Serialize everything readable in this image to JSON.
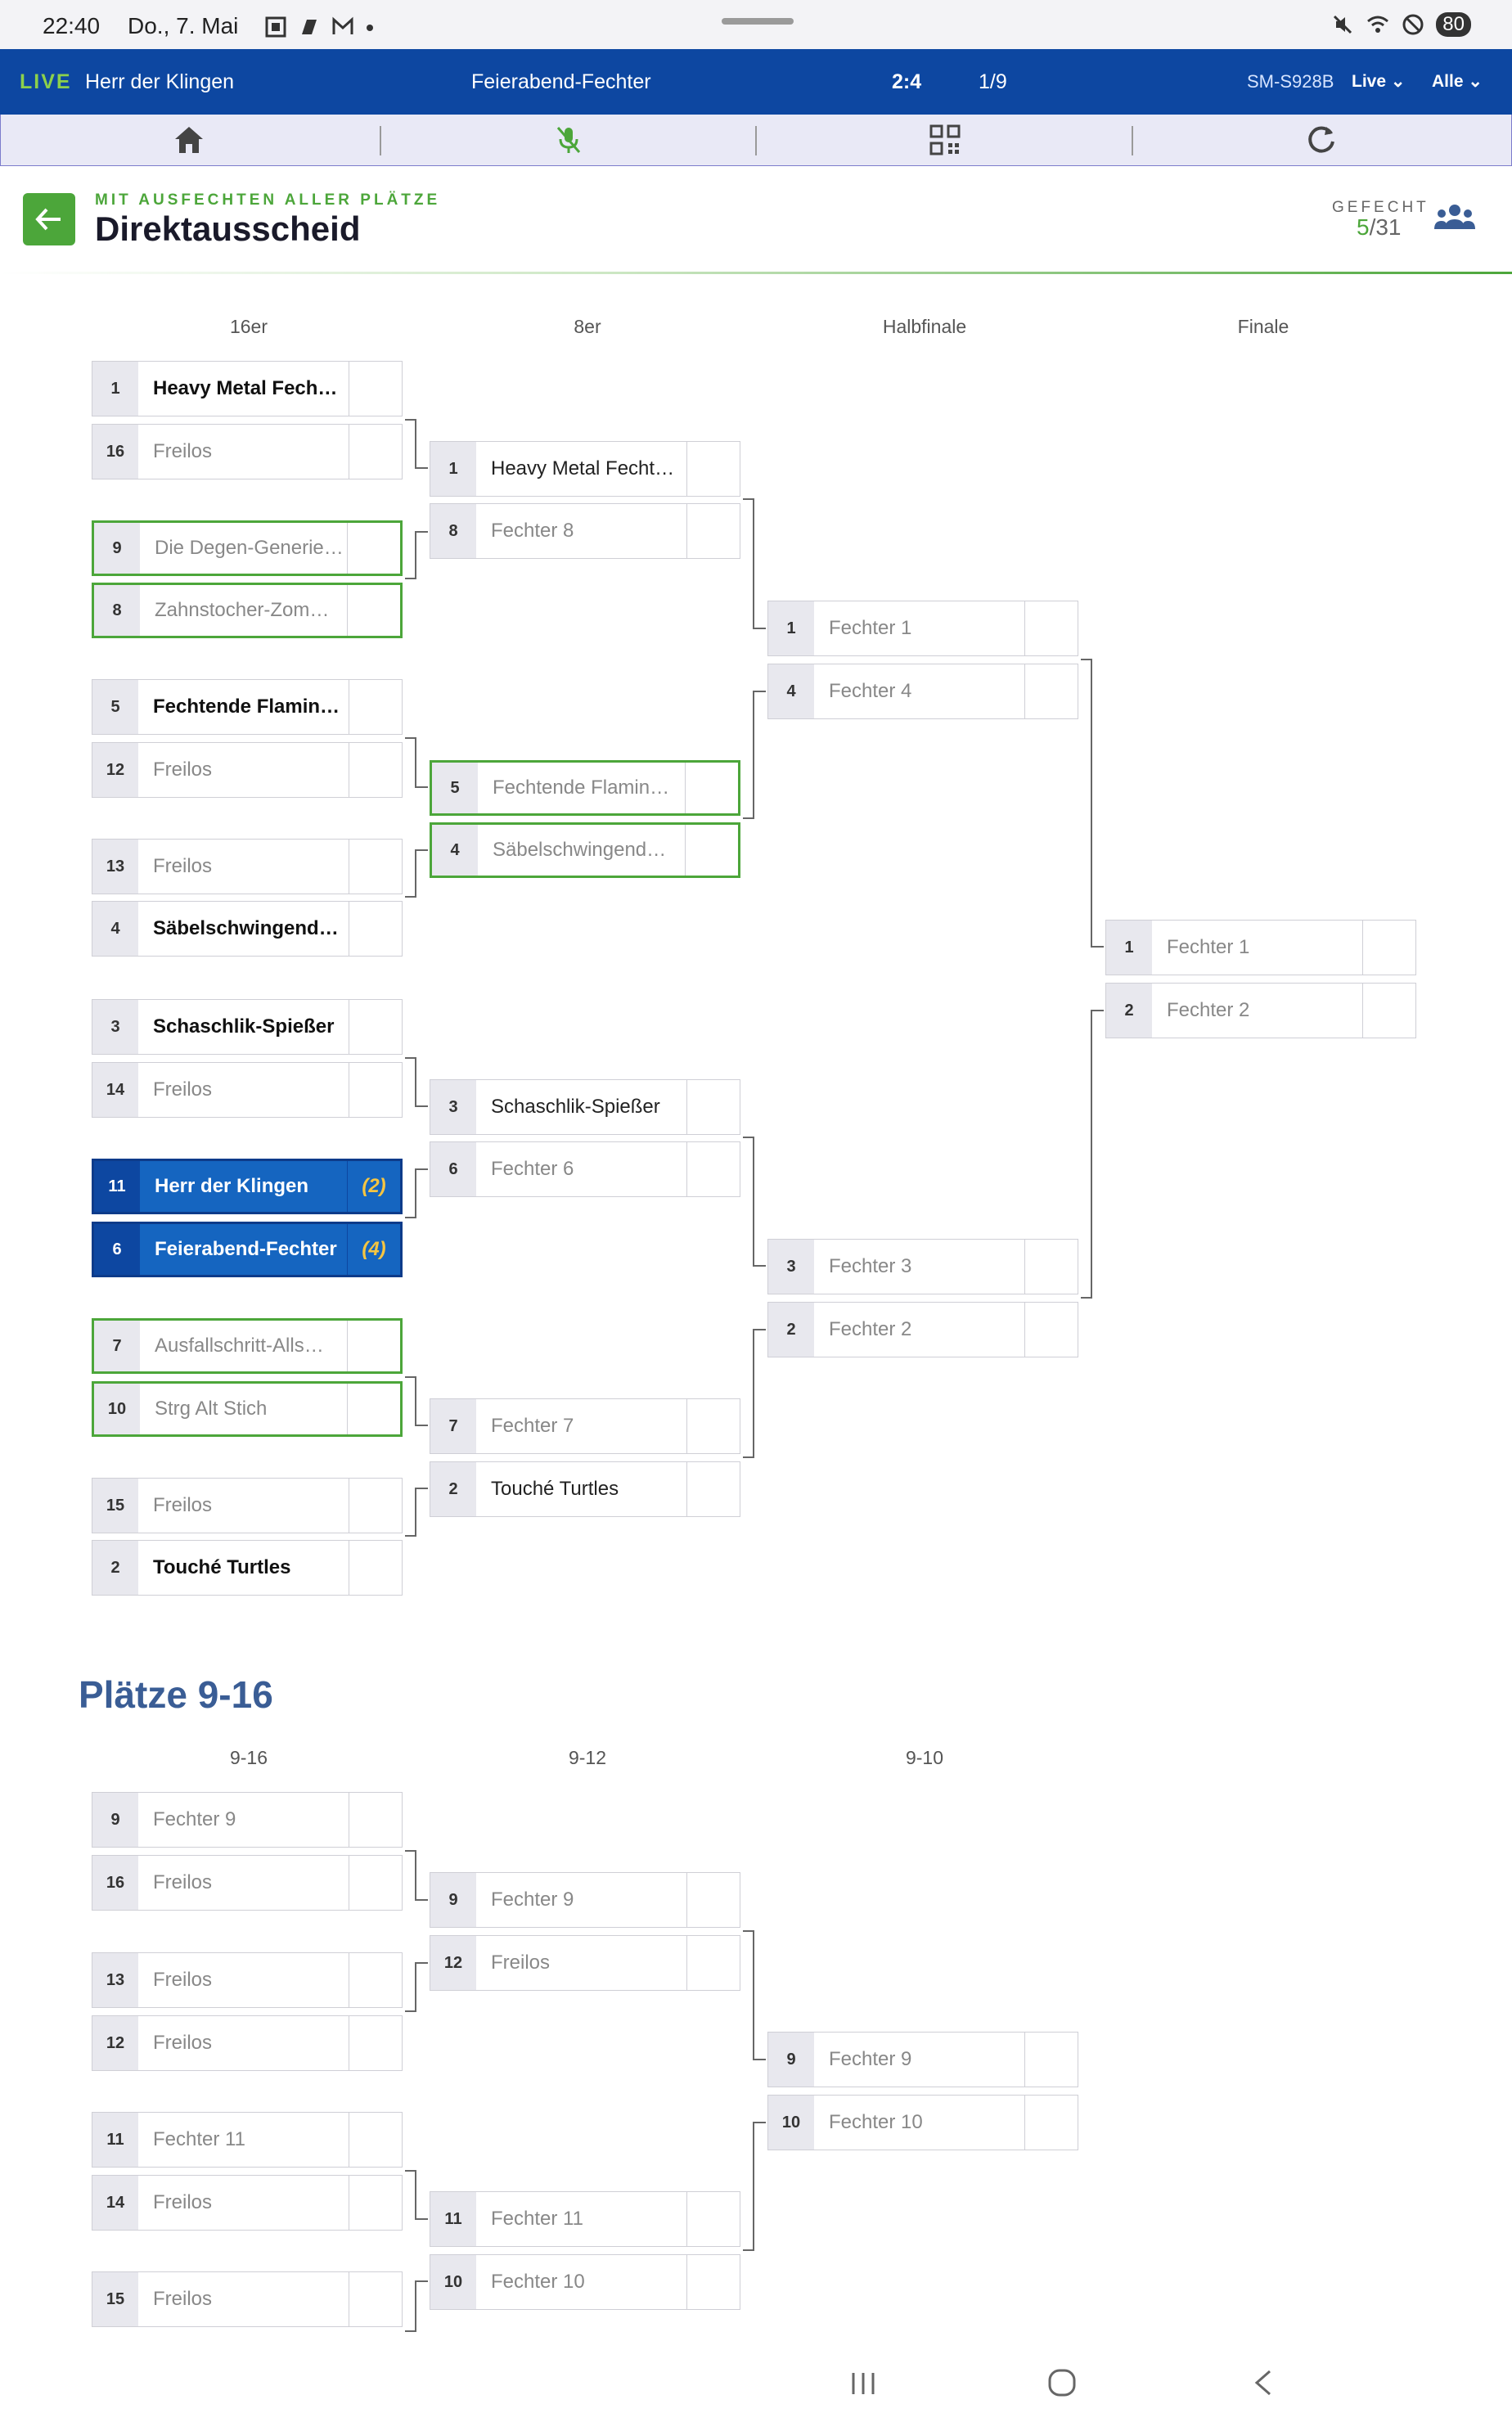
{
  "status_bar": {
    "time": "22:40",
    "date": "Do., 7. Mai",
    "battery": "80"
  },
  "top_bar": {
    "live": "LIVE",
    "fighter_left": "Herr der Klingen",
    "fighter_right": "Feierabend-Fechter",
    "score": "2:4",
    "bout_index": "1/9",
    "device": "SM-S928B",
    "mode_dropdown": "Live",
    "filter_dropdown": "Alle"
  },
  "header": {
    "subtitle": "MIT AUSFECHTEN ALLER PLÄTZE",
    "title": "Direktausscheid",
    "gefecht_label": "GEFECHT",
    "gefecht_current": "5",
    "gefecht_total": "/31"
  },
  "bracket": {
    "round_labels": [
      "16er",
      "8er",
      "Halbfinale",
      "Finale"
    ],
    "slots": [
      {
        "seed": "1",
        "name": "Heavy Metal Fech…",
        "score": "",
        "style": "bold"
      },
      {
        "seed": "16",
        "name": "Freilos",
        "score": "",
        "style": "plain"
      },
      {
        "seed": "9",
        "name": "Die Degen-Generie…",
        "score": "",
        "style": "green"
      },
      {
        "seed": "8",
        "name": "Zahnstocher-Zom…",
        "score": "",
        "style": "green"
      },
      {
        "seed": "5",
        "name": "Fechtende Flamin…",
        "score": "",
        "style": "bold"
      },
      {
        "seed": "12",
        "name": "Freilos",
        "score": "",
        "style": "plain"
      },
      {
        "seed": "13",
        "name": "Freilos",
        "score": "",
        "style": "plain"
      },
      {
        "seed": "4",
        "name": "Säbelschwingend…",
        "score": "",
        "style": "bold"
      },
      {
        "seed": "3",
        "name": "Schaschlik-Spießer",
        "score": "",
        "style": "bold"
      },
      {
        "seed": "14",
        "name": "Freilos",
        "score": "",
        "style": "plain"
      },
      {
        "seed": "11",
        "name": "Herr der Klingen",
        "score": "(2)",
        "style": "active"
      },
      {
        "seed": "6",
        "name": "Feierabend-Fechter",
        "score": "(4)",
        "style": "active"
      },
      {
        "seed": "7",
        "name": "Ausfallschritt-Alls…",
        "score": "",
        "style": "green"
      },
      {
        "seed": "10",
        "name": "Strg Alt Stich",
        "score": "",
        "style": "green"
      },
      {
        "seed": "15",
        "name": "Freilos",
        "score": "",
        "style": "plain"
      },
      {
        "seed": "2",
        "name": "Touché Turtles",
        "score": "",
        "style": "bold"
      },
      {
        "seed": "1",
        "name": "Heavy Metal Fecht…",
        "score": "",
        "style": "dark"
      },
      {
        "seed": "8",
        "name": "Fechter 8",
        "score": "",
        "style": "plain"
      },
      {
        "seed": "5",
        "name": "Fechtende Flamin…",
        "score": "",
        "style": "green"
      },
      {
        "seed": "4",
        "name": "Säbelschwingend…",
        "score": "",
        "style": "green"
      },
      {
        "seed": "3",
        "name": "Schaschlik-Spießer",
        "score": "",
        "style": "dark"
      },
      {
        "seed": "6",
        "name": "Fechter 6",
        "score": "",
        "style": "plain"
      },
      {
        "seed": "7",
        "name": "Fechter 7",
        "score": "",
        "style": "plain"
      },
      {
        "seed": "2",
        "name": "Touché Turtles",
        "score": "",
        "style": "dark"
      },
      {
        "seed": "1",
        "name": "Fechter 1",
        "score": "",
        "style": "plain"
      },
      {
        "seed": "4",
        "name": "Fechter 4",
        "score": "",
        "style": "plain"
      },
      {
        "seed": "3",
        "name": "Fechter 3",
        "score": "",
        "style": "plain"
      },
      {
        "seed": "2",
        "name": "Fechter 2",
        "score": "",
        "style": "plain"
      },
      {
        "seed": "1",
        "name": "Fechter 1",
        "score": "",
        "style": "plain"
      },
      {
        "seed": "2",
        "name": "Fechter 2",
        "score": "",
        "style": "plain"
      }
    ]
  },
  "placement": {
    "title": "Plätze 9-16",
    "round_labels": [
      "9-16",
      "9-12",
      "9-10"
    ],
    "slots": [
      {
        "seed": "9",
        "name": "Fechter 9",
        "score": "",
        "style": "plain"
      },
      {
        "seed": "16",
        "name": "Freilos",
        "score": "",
        "style": "plain"
      },
      {
        "seed": "13",
        "name": "Freilos",
        "score": "",
        "style": "plain"
      },
      {
        "seed": "12",
        "name": "Freilos",
        "score": "",
        "style": "plain"
      },
      {
        "seed": "11",
        "name": "Fechter 11",
        "score": "",
        "style": "plain"
      },
      {
        "seed": "14",
        "name": "Freilos",
        "score": "",
        "style": "plain"
      },
      {
        "seed": "15",
        "name": "Freilos",
        "score": "",
        "style": "plain"
      },
      {
        "seed": "9",
        "name": "Fechter 9",
        "score": "",
        "style": "plain"
      },
      {
        "seed": "12",
        "name": "Freilos",
        "score": "",
        "style": "plain"
      },
      {
        "seed": "11",
        "name": "Fechter 11",
        "score": "",
        "style": "plain"
      },
      {
        "seed": "10",
        "name": "Fechter 10",
        "score": "",
        "style": "plain"
      },
      {
        "seed": "9",
        "name": "Fechter 9",
        "score": "",
        "style": "plain"
      },
      {
        "seed": "10",
        "name": "Fechter 10",
        "score": "",
        "style": "plain"
      }
    ]
  }
}
